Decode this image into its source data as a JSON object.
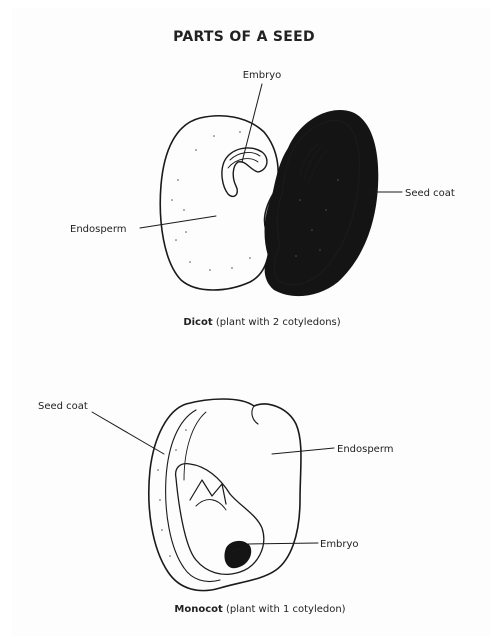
{
  "title": "PARTS OF A SEED",
  "dicot": {
    "labels": {
      "embryo": "Embryo",
      "seed_coat": "Seed coat",
      "endosperm": "Endosperm"
    },
    "caption_bold": "Dicot",
    "caption_rest": "(plant with 2 cotyledons)"
  },
  "monocot": {
    "labels": {
      "seed_coat": "Seed coat",
      "endosperm": "Endosperm",
      "embryo": "Embryo"
    },
    "caption_bold": "Monocot",
    "caption_rest": "(plant with 1 cotyledon)"
  }
}
